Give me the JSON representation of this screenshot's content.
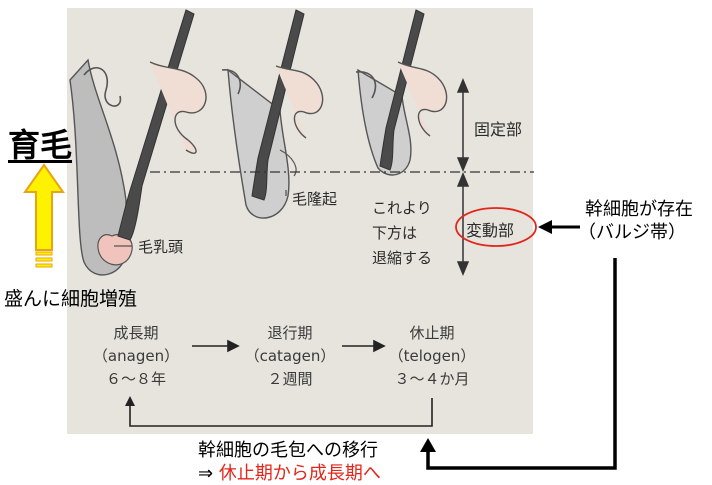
{
  "overlay": {
    "ikumo": "育毛",
    "proliferation": "盛んに細胞増殖",
    "stem_cells_line1": "幹細胞が存在",
    "stem_cells_line2": "（バルジ帯）",
    "migration": "幹細胞の毛包への移行",
    "arrow_prefix": "⇒",
    "telogen_to_anagen": "休止期から成長期へ"
  },
  "figure": {
    "fixed_part": "固定部",
    "variable_part": "変動部",
    "papilla": "毛乳頭",
    "bulge": "毛隆起",
    "regression_note": [
      "これより",
      "下方は",
      "退縮する"
    ]
  },
  "stages": [
    {
      "name": "成長期",
      "term": "（anagen）",
      "duration": "６～８年"
    },
    {
      "name": "退行期",
      "term": "（catagen）",
      "duration": "２週間"
    },
    {
      "name": "休止期",
      "term": "（telogen）",
      "duration": "３～４か月"
    }
  ],
  "colors": {
    "highlight_red": "#e3261b",
    "arrow_yellow": "#fff200",
    "arrow_outline": "#e8a317",
    "panel_bg": "#e6e4dd"
  }
}
